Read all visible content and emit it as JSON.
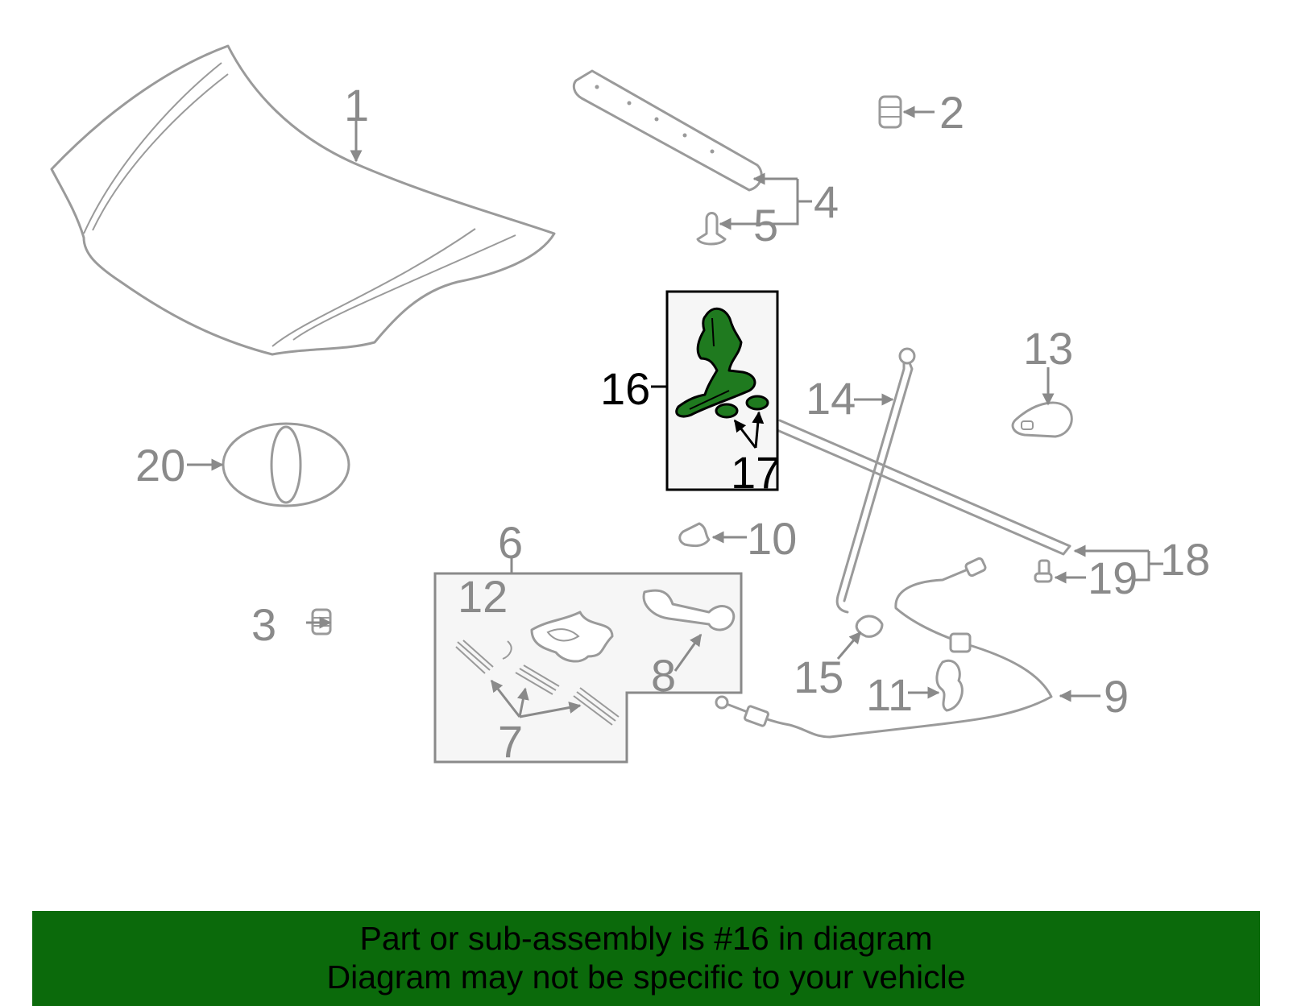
{
  "callouts": {
    "c1": "1",
    "c2": "2",
    "c3": "3",
    "c4": "4",
    "c5": "5",
    "c6": "6",
    "c7": "7",
    "c8": "8",
    "c9": "9",
    "c10": "10",
    "c11": "11",
    "c12": "12",
    "c13": "13",
    "c14": "14",
    "c15": "15",
    "c16": "16",
    "c17": "17",
    "c18": "18",
    "c19": "19",
    "c20": "20"
  },
  "highlight": {
    "part_number": "16",
    "color": "#1f7a1f"
  },
  "footer": {
    "line1": "Part or sub-assembly is #16 in diagram",
    "line2": "Diagram may not be specific to your vehicle",
    "background": "#0b6a0b"
  }
}
